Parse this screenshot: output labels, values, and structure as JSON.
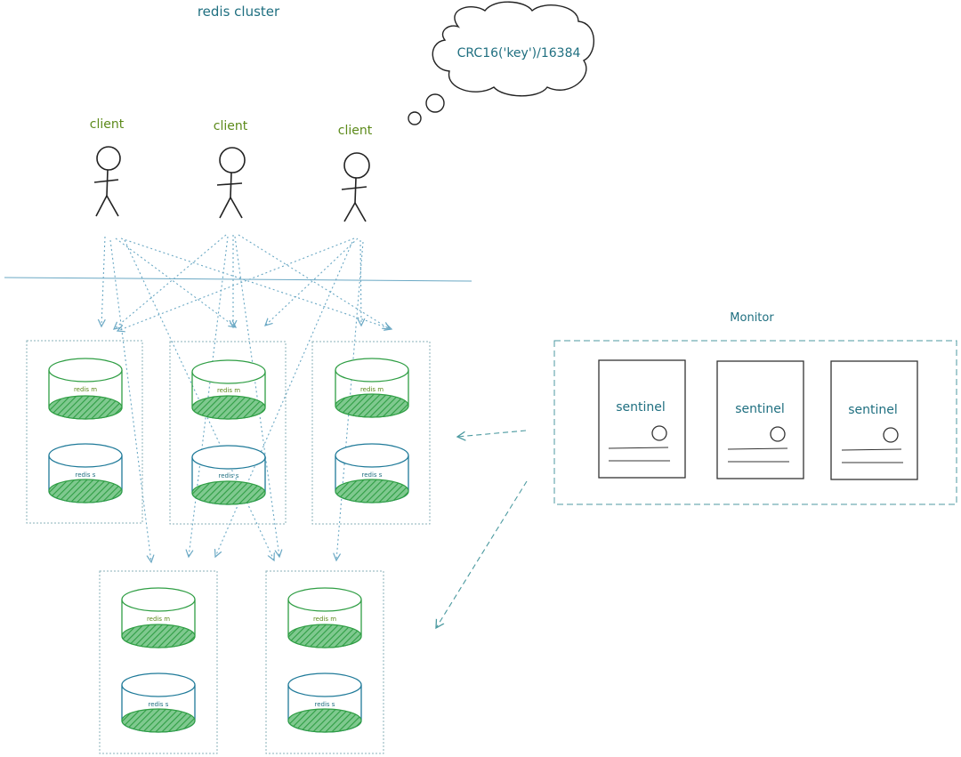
{
  "title": "redis cluster",
  "formula": "CRC16('key')/16384",
  "clients": [
    {
      "label": "client"
    },
    {
      "label": "client"
    },
    {
      "label": "client"
    }
  ],
  "nodes": [
    {
      "master_label": "redis m",
      "slave_label": "redis s"
    },
    {
      "master_label": "redis m",
      "slave_label": "redis s"
    },
    {
      "master_label": "redis m",
      "slave_label": "redis s"
    },
    {
      "master_label": "redis m",
      "slave_label": "redis s"
    },
    {
      "master_label": "redis m",
      "slave_label": "redis s"
    }
  ],
  "monitor": {
    "label": "Monitor",
    "sentinels": [
      {
        "label": "sentinel"
      },
      {
        "label": "sentinel"
      },
      {
        "label": "sentinel"
      }
    ]
  },
  "colors": {
    "master": "#2f9e44",
    "slave": "#1f7a99",
    "hatch": "#2f9e44",
    "client_label": "#5c8a1a",
    "teal_text": "#1f6f80",
    "arrow": "#6aa8c4",
    "box_border": "#8ab0b8",
    "monitor_border": "#4c9aa0"
  }
}
